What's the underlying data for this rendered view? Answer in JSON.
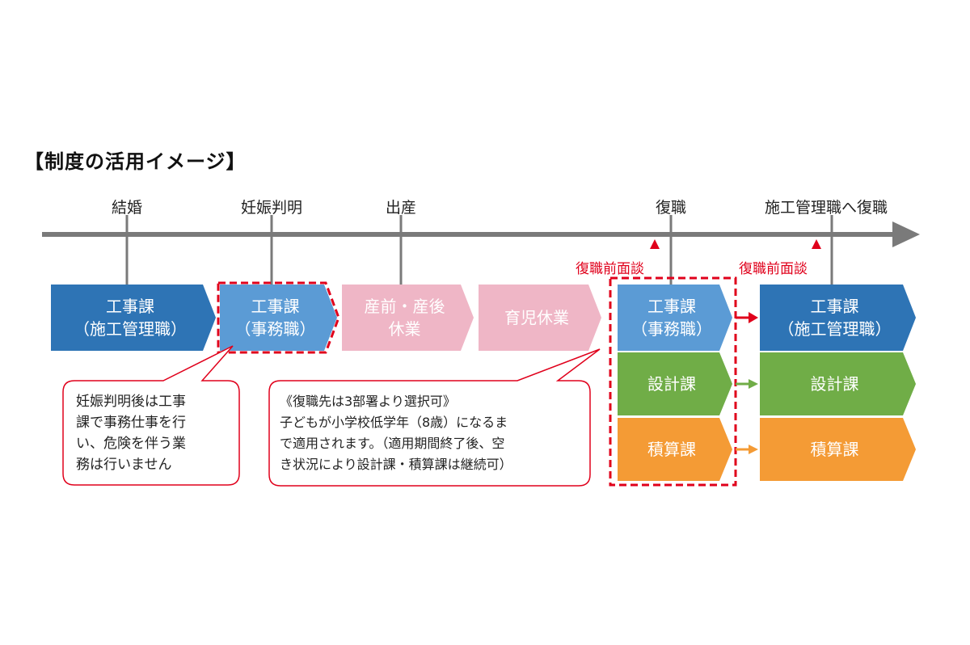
{
  "heading": "【制度の活用イメージ】",
  "timeline": {
    "events": [
      "結婚",
      "妊娠判明",
      "出産",
      "復職",
      "施工管理職へ復職"
    ],
    "interview_label": "復職前面談"
  },
  "stages": {
    "construction_mgmt_1": {
      "line1": "工事課",
      "line2": "（施工管理職）"
    },
    "office_work": {
      "line1": "工事課",
      "line2": "（事務職）"
    },
    "maternity_leave": {
      "line1": "産前・産後",
      "line2": "休業"
    },
    "childcare_leave": {
      "line1": "育児休業"
    },
    "return_office": {
      "line1": "工事課",
      "line2": "（事務職）"
    },
    "return_design": {
      "line1": "設計課"
    },
    "return_estimation": {
      "line1": "積算課"
    },
    "final_construction": {
      "line1": "工事課",
      "line2": "（施工管理職）"
    },
    "final_design": {
      "line1": "設計課"
    },
    "final_estimation": {
      "line1": "積算課"
    }
  },
  "notes": {
    "pregnancy": [
      "妊娠判明後は工事",
      "課で事務仕事を行",
      "い、危険を伴う業",
      "務は行いません"
    ],
    "return": [
      "《復職先は3部署より選択可》",
      "子どもが小学校低学年（8歳）になるま",
      "で適用されます。（適用期間終了後、空",
      "き状況により設計課・積算課は継続可）"
    ]
  },
  "colors": {
    "dark_blue": "#2e74b5",
    "light_blue": "#5b9bd5",
    "pink": "#efb6c6",
    "green": "#70ad47",
    "orange": "#f49b35",
    "red": "#e0001b",
    "timeline_gray": "#7a7a7a"
  }
}
